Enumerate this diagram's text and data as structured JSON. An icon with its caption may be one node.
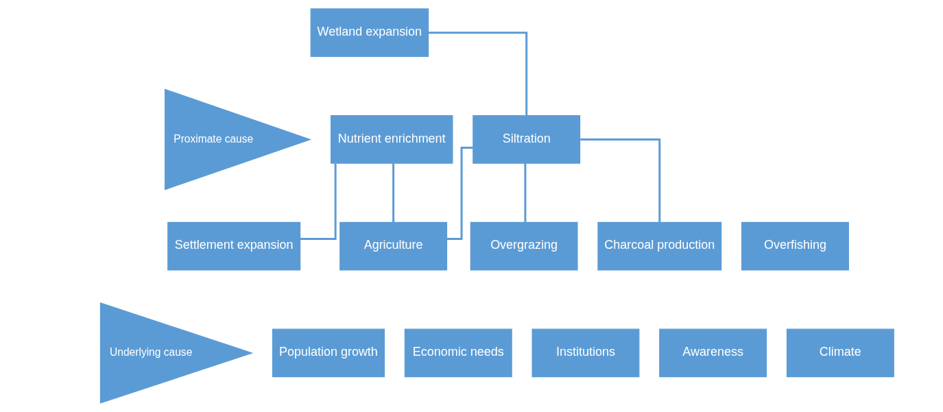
{
  "diagram": {
    "nodes": [
      {
        "text": [
          "Wetland expansion"
        ]
      },
      {
        "text": [
          "Nutrient enrichment"
        ]
      },
      {
        "text": [
          "Siltration"
        ]
      },
      {
        "text": [
          "Proximate cause"
        ]
      },
      {
        "text": [
          "Settlement expansion"
        ]
      },
      {
        "text": [
          "Agriculture"
        ]
      },
      {
        "text": [
          "Overgrazing"
        ]
      },
      {
        "text": [
          "Charcoal production"
        ]
      },
      {
        "text": [
          "Overfishing"
        ]
      },
      {
        "text": [
          "Underlying cause"
        ]
      },
      {
        "text": [
          "Population growth"
        ]
      },
      {
        "text": [
          "Economic needs"
        ]
      },
      {
        "text": [
          "Institutions"
        ]
      },
      {
        "text": [
          "Awareness"
        ]
      },
      {
        "text": [
          "Climate"
        ]
      }
    ],
    "edges": [
      {
        "from": 0,
        "to": 2,
        "arrow": "none"
      },
      {
        "from": 1,
        "to": 4,
        "arrow": "none"
      },
      {
        "from": 1,
        "to": 5,
        "arrow": "none"
      },
      {
        "from": 2,
        "to": 5,
        "arrow": "none"
      },
      {
        "from": 2,
        "to": 6,
        "arrow": "none"
      },
      {
        "from": 2,
        "to": 7,
        "arrow": "none"
      }
    ]
  }
}
